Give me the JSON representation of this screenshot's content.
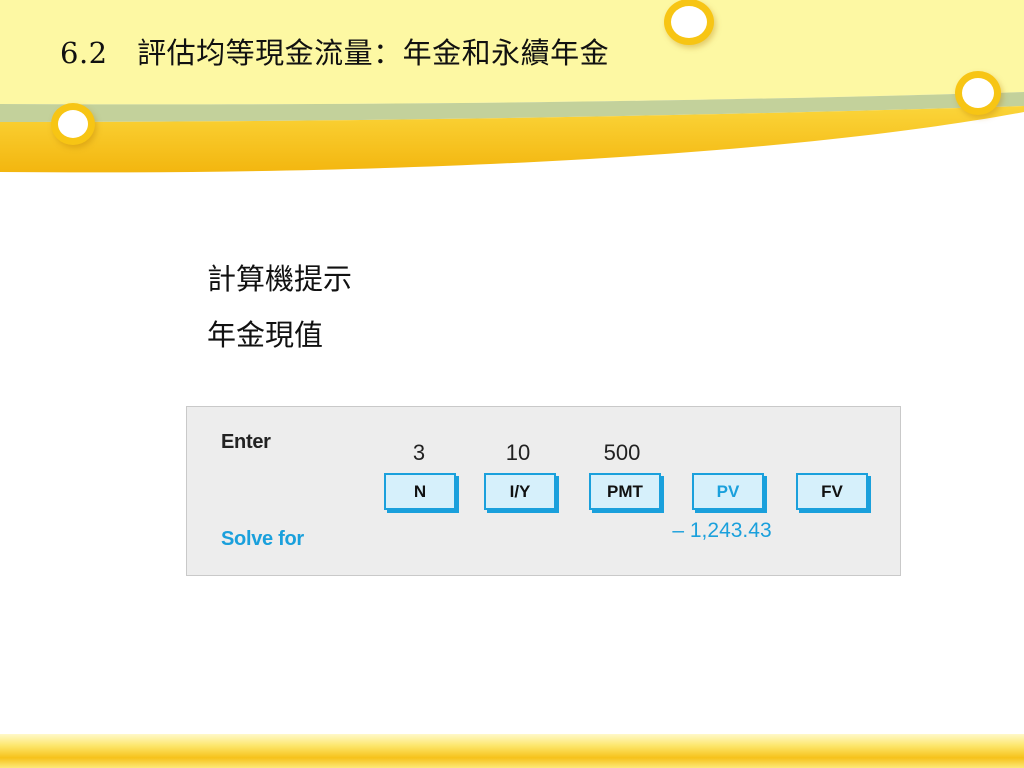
{
  "slide": {
    "title": "6.2　評估均等現金流量：年金和永續年金",
    "lines": [
      "計算機提示",
      "年金現值"
    ]
  },
  "calculator": {
    "enter_label": "Enter",
    "solve_label": "Solve for",
    "keys": [
      {
        "label": "N",
        "value": "3"
      },
      {
        "label": "I/Y",
        "value": "10"
      },
      {
        "label": "PMT",
        "value": "500"
      },
      {
        "label": "PV",
        "value": ""
      },
      {
        "label": "FV",
        "value": ""
      }
    ],
    "result": "– 1,243.43"
  },
  "colors": {
    "accent_blue": "#1aa0dc",
    "banner_yellow": "#fdf79a",
    "banner_gold": "#f6c21b"
  }
}
